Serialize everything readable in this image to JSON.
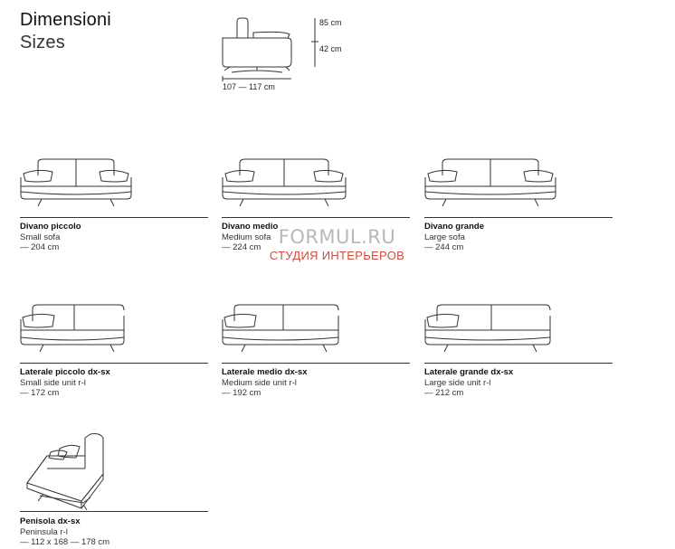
{
  "header": {
    "title_it": "Dimensioni",
    "title_en": "Sizes"
  },
  "side_view": {
    "height_total": "85 cm",
    "height_seat": "42 cm",
    "depth": "107 — 117 cm"
  },
  "items": [
    {
      "name": "Divano piccolo",
      "en": "Small sofa",
      "size": "— 204 cm"
    },
    {
      "name": "Divano medio",
      "en": "Medium sofa",
      "size": "— 224 cm"
    },
    {
      "name": "Divano grande",
      "en": "Large sofa",
      "size": "— 244 cm"
    },
    {
      "name": "Laterale piccolo dx-sx",
      "en": "Small side unit r-l",
      "size": "— 172 cm"
    },
    {
      "name": "Laterale medio dx-sx",
      "en": "Medium side unit r-l",
      "size": "— 192 cm"
    },
    {
      "name": "Laterale grande dx-sx",
      "en": "Large side unit r-l",
      "size": "— 212 cm"
    },
    {
      "name": "Penisola dx-sx",
      "en": "Peninsula r-l",
      "size": "— 112 x 168 — 178 cm"
    }
  ],
  "watermark": {
    "site": "FORMUL.RU",
    "tagline": "СТУДИЯ ИНТЕРЬЕРОВ"
  }
}
